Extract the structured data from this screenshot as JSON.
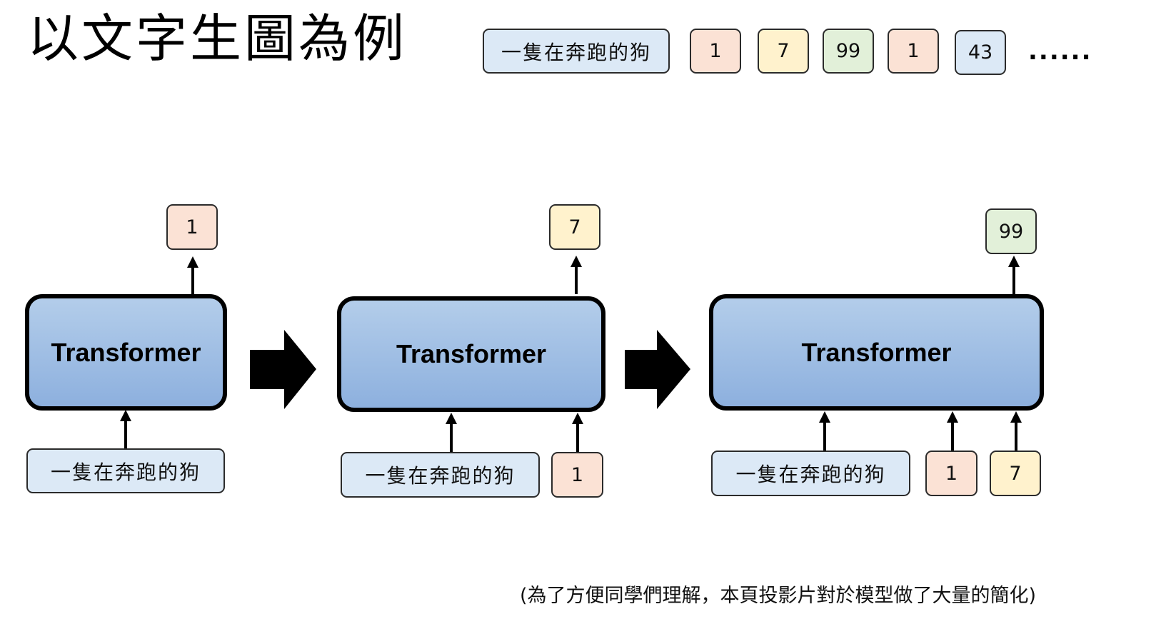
{
  "title": "以文字生圖為例",
  "sequence": {
    "prompt": "一隻在奔跑的狗",
    "tokens": [
      "1",
      "7",
      "99",
      "1",
      "43"
    ],
    "ellipsis": "......"
  },
  "steps": [
    {
      "model_label": "Transformer",
      "prompt": "一隻在奔跑的狗",
      "inputs": [],
      "output": "1"
    },
    {
      "model_label": "Transformer",
      "prompt": "一隻在奔跑的狗",
      "inputs": [
        "1"
      ],
      "output": "7"
    },
    {
      "model_label": "Transformer",
      "prompt": "一隻在奔跑的狗",
      "inputs": [
        "1",
        "7"
      ],
      "output": "99"
    }
  ],
  "footnote": "(為了方便同學們理解，本頁投影片對於模型做了大量的簡化)",
  "colors": {
    "prompt_fill": "#dce9f6",
    "token_1": "#fbe2d5",
    "token_7": "#fff2cd",
    "token_99": "#e2f0d9",
    "token_43": "#dce9f6",
    "transformer_fill": "#9dbde4"
  }
}
